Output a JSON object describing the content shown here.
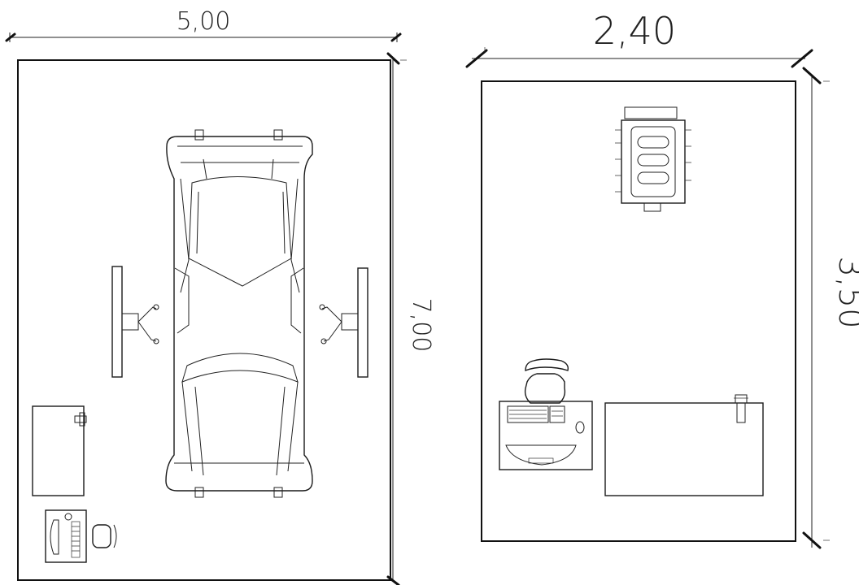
{
  "left_plan": {
    "width_label": "5,00",
    "height_label": "7,00"
  },
  "right_plan": {
    "width_label": "2,40",
    "height_label": "3,50"
  }
}
